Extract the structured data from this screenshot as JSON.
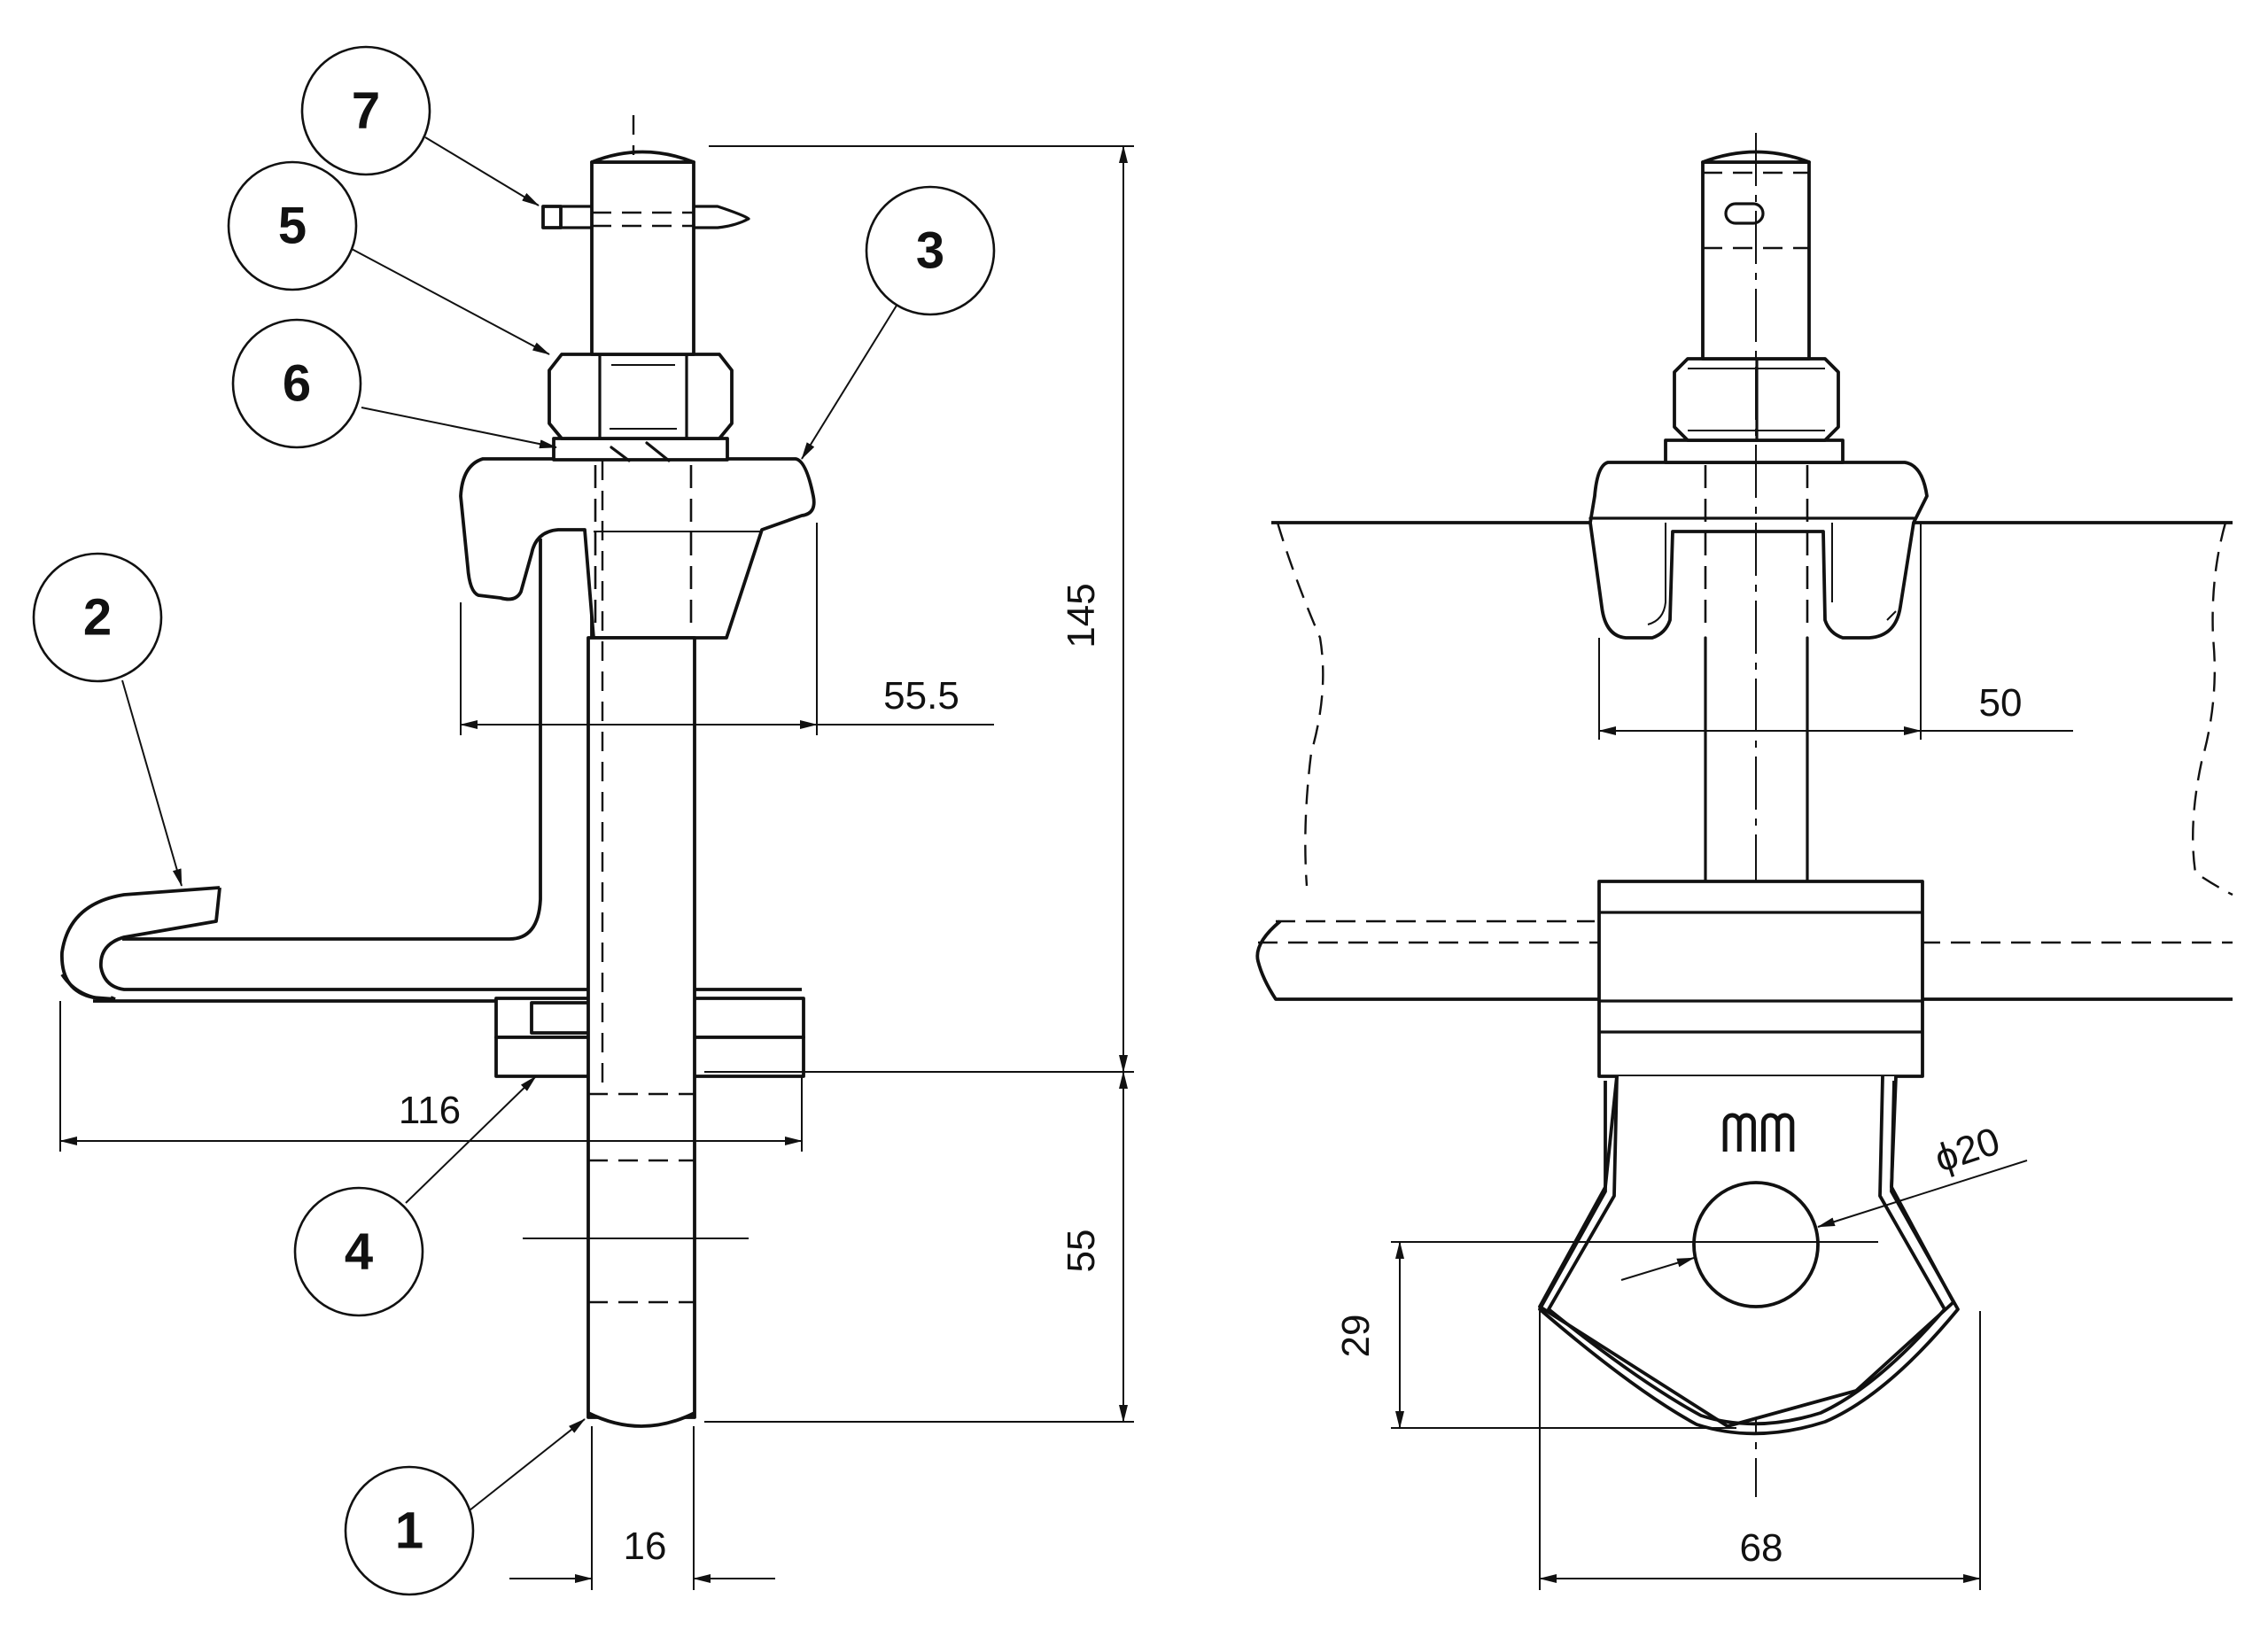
{
  "drawing": {
    "part_labels": [
      "1",
      "2",
      "3",
      "4",
      "5",
      "6",
      "7"
    ],
    "dimensions": {
      "total_height": "145",
      "clamp_width": "55.5",
      "end_view_clamp_width": "50",
      "hook_length": "116",
      "bolt_projection": "55",
      "bolt_diameter": "16",
      "hole_diameter": "ϕ20",
      "tab_height": "29",
      "tab_width": "68"
    }
  }
}
